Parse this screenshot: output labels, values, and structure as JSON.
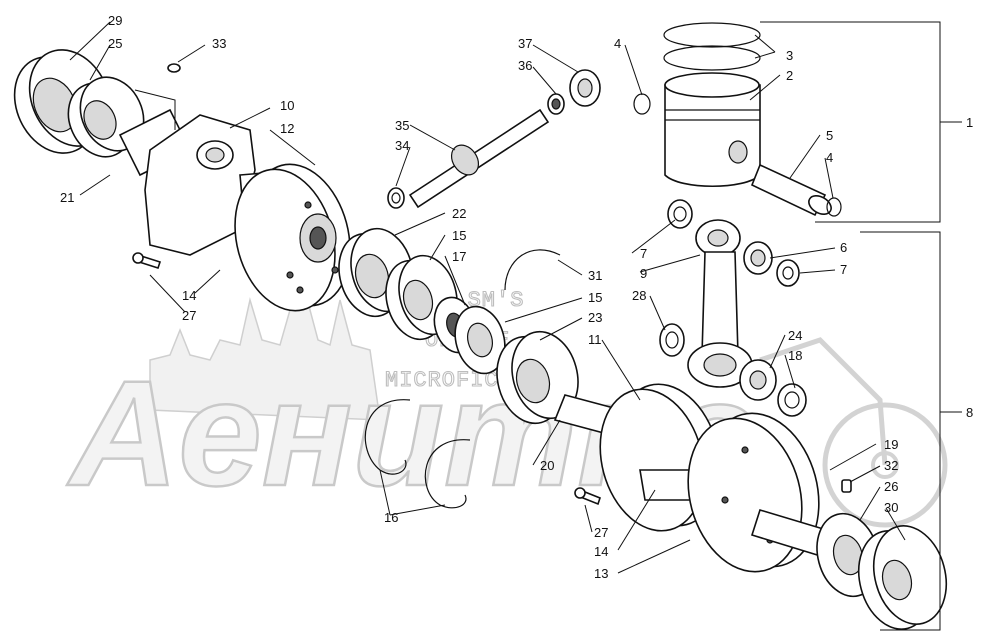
{
  "watermark": {
    "logo": "Aeнитно",
    "lines": [
      "HI SM'S",
      "ONLINE",
      "MICROFICHE"
    ]
  },
  "callouts": [
    {
      "id": "c29",
      "text": "29"
    },
    {
      "id": "c25",
      "text": "25"
    },
    {
      "id": "c33",
      "text": "33"
    },
    {
      "id": "c10",
      "text": "10"
    },
    {
      "id": "c12",
      "text": "12"
    },
    {
      "id": "c21",
      "text": "21"
    },
    {
      "id": "c14a",
      "text": "14"
    },
    {
      "id": "c27a",
      "text": "27"
    },
    {
      "id": "c37",
      "text": "37"
    },
    {
      "id": "c36",
      "text": "36"
    },
    {
      "id": "c35",
      "text": "35"
    },
    {
      "id": "c34",
      "text": "34"
    },
    {
      "id": "c22",
      "text": "22"
    },
    {
      "id": "c15a",
      "text": "15"
    },
    {
      "id": "c17",
      "text": "17"
    },
    {
      "id": "c31",
      "text": "31"
    },
    {
      "id": "c15b",
      "text": "15"
    },
    {
      "id": "c23",
      "text": "23"
    },
    {
      "id": "c11",
      "text": "11"
    },
    {
      "id": "c20",
      "text": "20"
    },
    {
      "id": "c16",
      "text": "16"
    },
    {
      "id": "c4a",
      "text": "4"
    },
    {
      "id": "c3",
      "text": "3"
    },
    {
      "id": "c2",
      "text": "2"
    },
    {
      "id": "c1",
      "text": "1"
    },
    {
      "id": "c5",
      "text": "5"
    },
    {
      "id": "c4b",
      "text": "4"
    },
    {
      "id": "c7a",
      "text": "7"
    },
    {
      "id": "c6",
      "text": "6"
    },
    {
      "id": "c9",
      "text": "9"
    },
    {
      "id": "c7b",
      "text": "7"
    },
    {
      "id": "c28",
      "text": "28"
    },
    {
      "id": "c24",
      "text": "24"
    },
    {
      "id": "c18",
      "text": "18"
    },
    {
      "id": "c8",
      "text": "8"
    },
    {
      "id": "c19",
      "text": "19"
    },
    {
      "id": "c32",
      "text": "32"
    },
    {
      "id": "c26",
      "text": "26"
    },
    {
      "id": "c30",
      "text": "30"
    },
    {
      "id": "c27b",
      "text": "27"
    },
    {
      "id": "c14b",
      "text": "14"
    },
    {
      "id": "c13",
      "text": "13"
    }
  ]
}
